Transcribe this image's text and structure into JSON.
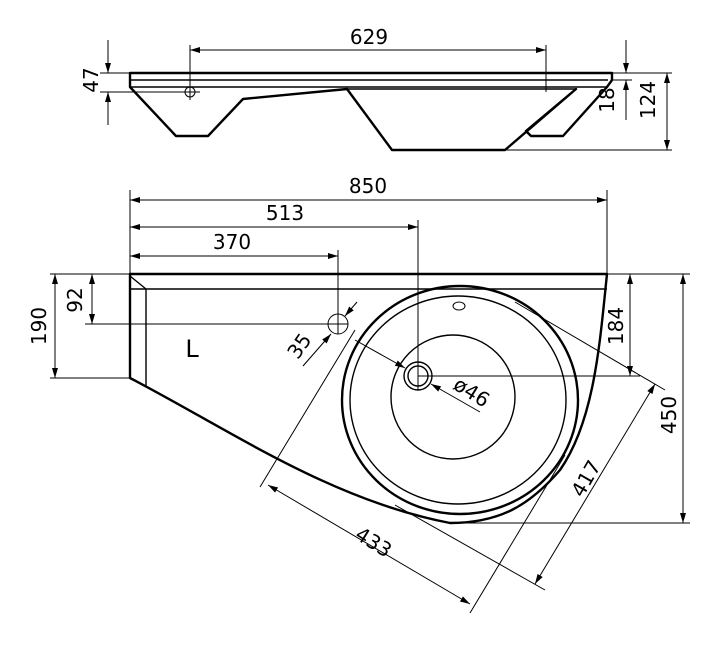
{
  "side_view": {
    "dims": {
      "d629": "629",
      "d47": "47",
      "d18": "18",
      "d124": "124"
    }
  },
  "plan_view": {
    "dims": {
      "d850": "850",
      "d513": "513",
      "d370": "370",
      "d190": "190",
      "d92": "92",
      "d35": "35",
      "d184": "184",
      "d46": "ø46",
      "d450": "450",
      "d417": "417",
      "d433": "433"
    },
    "side_mark": "L"
  },
  "colors": {
    "line": "#000000",
    "background": "#ffffff"
  }
}
